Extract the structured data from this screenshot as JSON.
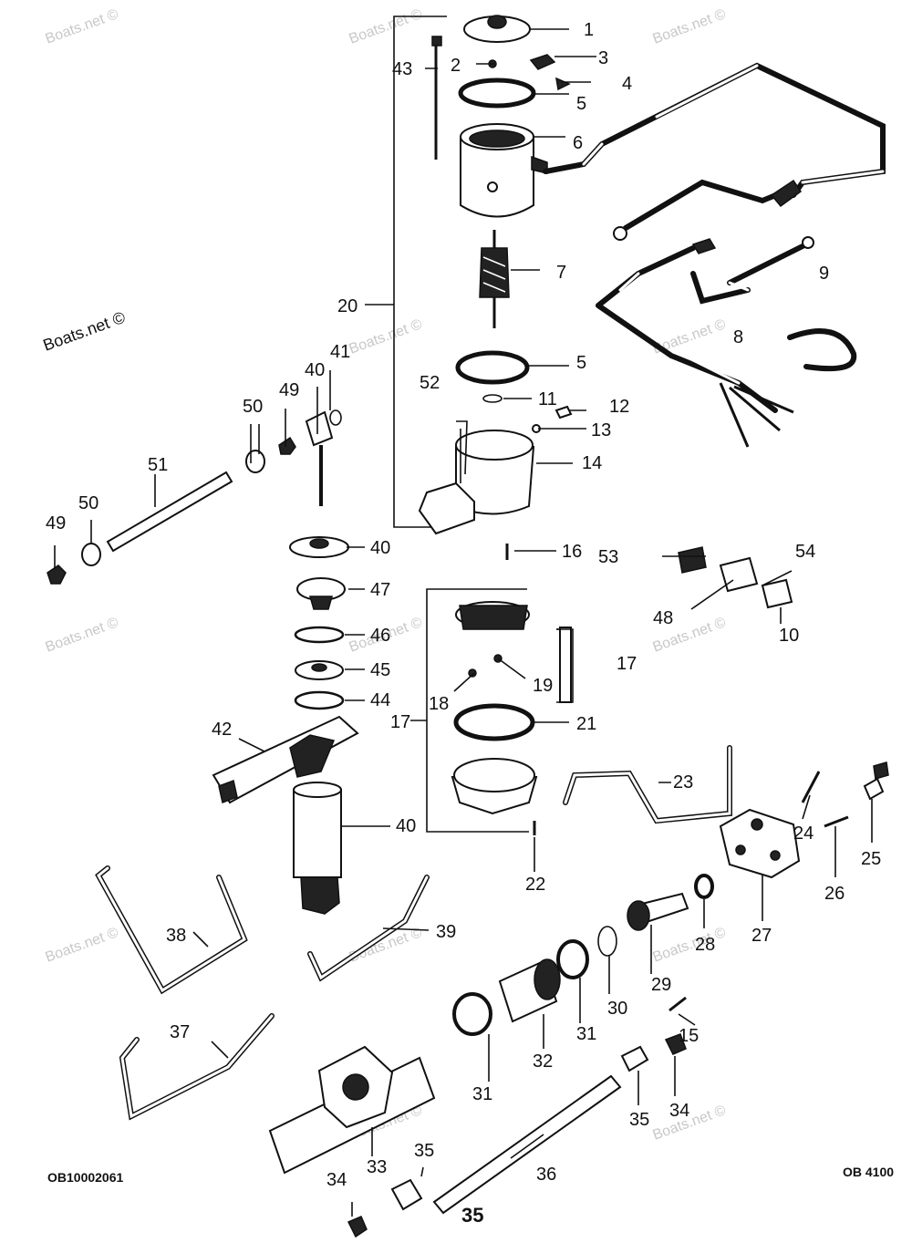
{
  "watermarks": [
    "Boats.net ©",
    "Boats.net ©",
    "Boats.net ©",
    "Boats.net ©",
    "Boats.net ©",
    "Boats.net ©",
    "Boats.net ©",
    "Boats.net ©",
    "Boats.net ©",
    "Boats.net ©",
    "Boats.net ©",
    "Boats.net ©",
    "Boats.net ©",
    "Boats.net ©"
  ],
  "codes": {
    "left": "OB10002061",
    "right": "OB 4100"
  },
  "page_number": "35",
  "callouts": [
    "1",
    "2",
    "3",
    "4",
    "5",
    "6",
    "43",
    "7",
    "20",
    "8",
    "9",
    "5",
    "41",
    "40",
    "49",
    "50",
    "52",
    "11",
    "12",
    "13",
    "14",
    "51",
    "50",
    "49",
    "16",
    "40",
    "53",
    "54",
    "47",
    "48",
    "10",
    "46",
    "17",
    "45",
    "18",
    "19",
    "17",
    "44",
    "21",
    "42",
    "23",
    "40",
    "24",
    "25",
    "22",
    "26",
    "27",
    "28",
    "38",
    "39",
    "29",
    "30",
    "31",
    "15",
    "37",
    "31",
    "32",
    "34",
    "35",
    "33",
    "35",
    "36",
    "34"
  ]
}
